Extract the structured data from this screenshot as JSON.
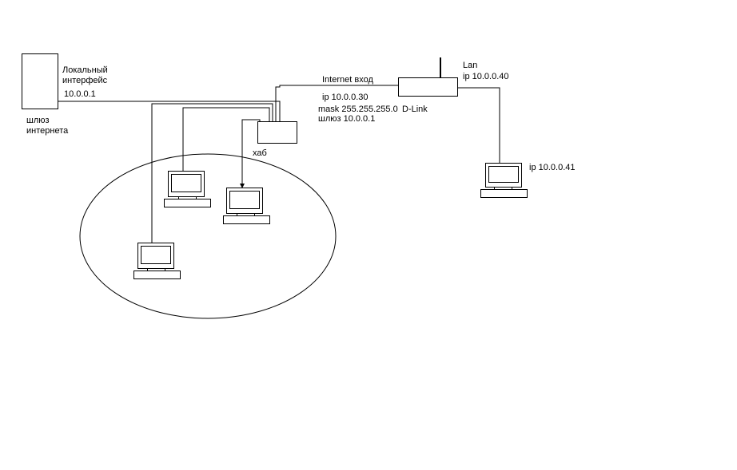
{
  "gateway": {
    "iface_line1": "Локальный",
    "iface_line2": "интерфейс",
    "ip": "10.0.0.1",
    "caption_line1": "шлюз",
    "caption_line2": "интернета"
  },
  "hub": {
    "label": "хаб"
  },
  "router": {
    "internet_label": "Internet вход",
    "ip": "ip  10.0.0.30",
    "mask": "mask 255.255.255.0",
    "brand": "D-Link",
    "gateway": "шлюз 10.0.0.1",
    "lan_label": "Lan",
    "lan_ip": "ip 10.0.0.40"
  },
  "remote_pc": {
    "ip": "ip 10.0.0.41"
  }
}
